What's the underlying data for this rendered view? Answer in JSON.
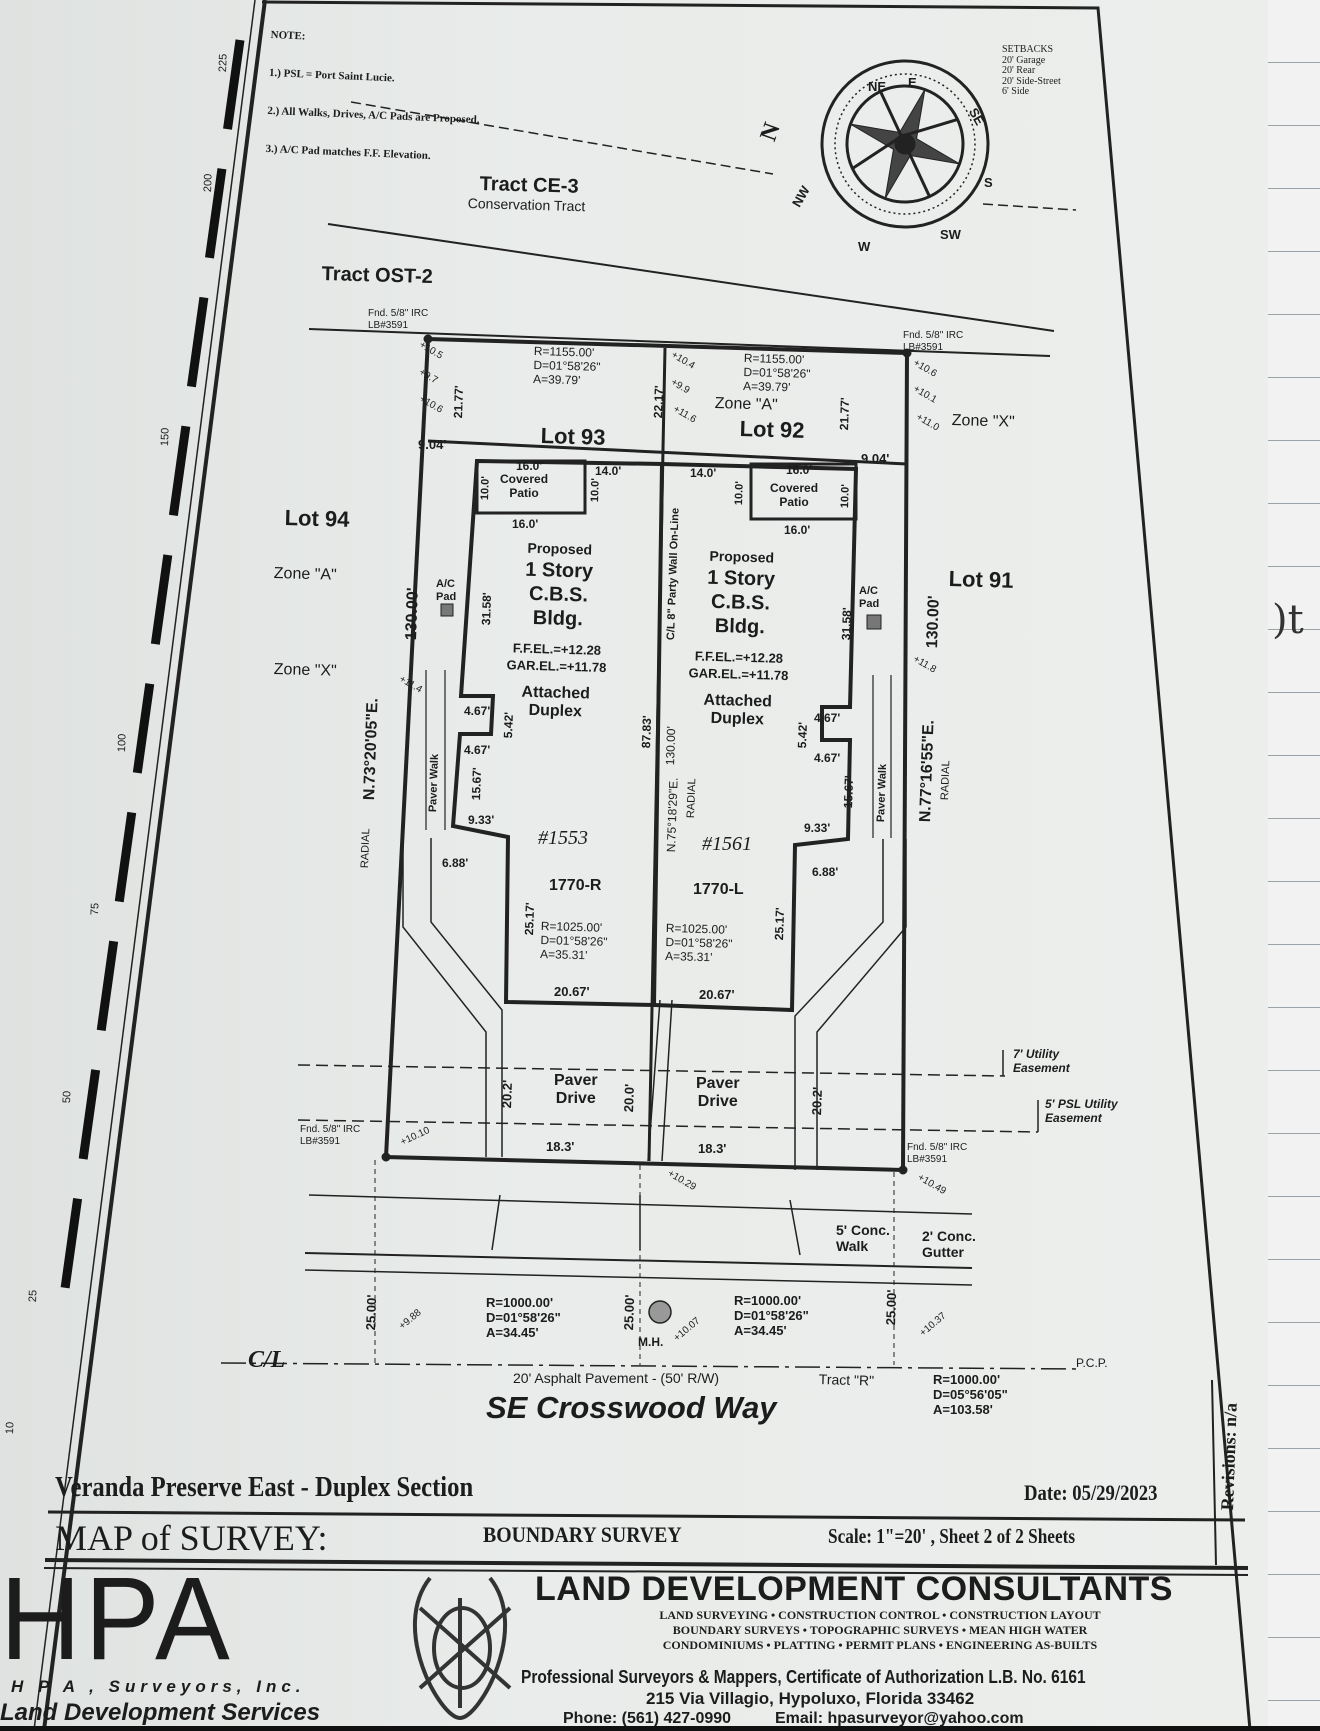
{
  "notes": {
    "heading": "NOTE:",
    "items": [
      "1.) PSL = Port Saint Lucie.",
      "2.) All Walks, Drives, A/C Pads are Proposed.",
      "3.) A/C Pad matches F.F. Elevation."
    ]
  },
  "setbacks": {
    "heading": "SETBACKS",
    "items": [
      "20' Garage",
      "20' Rear",
      "20' Side-Street",
      "6' Side"
    ]
  },
  "compass": {
    "N": "N",
    "NE": "NE",
    "E": "E",
    "SE": "SE",
    "S": "S",
    "SW": "SW",
    "W": "W",
    "NW": "NW"
  },
  "ruler": [
    "225",
    "200",
    "150",
    "100",
    "75",
    "50",
    "25",
    "10"
  ],
  "tracts": {
    "ce3": "Tract CE-3",
    "ce3_sub": "Conservation Tract",
    "ost2": "Tract OST-2",
    "r": "Tract \"R\""
  },
  "lots": {
    "l93": "Lot 93",
    "l92": "Lot 92",
    "l94": "Lot 94",
    "l91": "Lot 91"
  },
  "zones": {
    "a": "Zone \"A\"",
    "x": "Zone \"X\""
  },
  "monuments": {
    "fnd": "Fnd. 5/8\" IRC",
    "lb": "LB#3591"
  },
  "curves": {
    "rear": "R=1155.00'\nD=01°58'26\"\nA=39.79'",
    "front": "R=1025.00'\nD=01°58'26\"\nA=35.31'",
    "road": "R=1000.00'\nD=01°58'26\"\nA=34.45'",
    "road_long": "R=1000.00'\nD=05°56'05\"\nA=103.58'"
  },
  "buildings": [
    {
      "proposed": "Proposed",
      "story": "1 Story",
      "cbs": "C.B.S.",
      "bldg": "Bldg.",
      "ffel": "F.F.EL.=+12.28",
      "garel": "GAR.EL.=+11.78",
      "attached": "Attached\nDuplex",
      "address": "#1553",
      "unit": "1770-R"
    },
    {
      "proposed": "Proposed",
      "story": "1 Story",
      "cbs": "C.B.S.",
      "bldg": "Bldg.",
      "ffel": "F.F.EL.=+12.28",
      "garel": "GAR.EL.=+11.78",
      "attached": "Attached\nDuplex",
      "address": "#1561",
      "unit": "1770-L"
    }
  ],
  "labels": {
    "covered_patio": "Covered\nPatio",
    "ac_pad": "A/C\nPad",
    "paver_walk": "Paver Walk",
    "paver_drive": "Paver\nDrive",
    "party_wall": "C/L 8\" Party Wall On-Line",
    "radial": "RADIAL",
    "utility_7": "7' Utility\nEasement",
    "utility_5": "5' PSL Utility\nEasement",
    "conc_walk": "5' Conc.\nWalk",
    "conc_gutter": "2' Conc.\nGutter",
    "mh": "M.H.",
    "cl": "C/L",
    "pavement": "20' Asphalt Pavement - (50' R/W)",
    "street": "SE Crosswood Way",
    "pcp": "P.C.P."
  },
  "dims": {
    "d130": "130.00'",
    "d8783": "87.83'",
    "brg_left": "N.73°20'05\"E.",
    "brg_right": "N.77°16'55\"E.",
    "brg_center": "N.75°18'29\"E.",
    "d904": "9.04'",
    "d2177": "21.77'",
    "d2217": "22.17'",
    "d160": "16.0'",
    "d140": "14.0'",
    "d100": "10.0'",
    "d3158": "31.58'",
    "d467": "4.67'",
    "d542": "5.42'",
    "d1567": "15.67'",
    "d933": "9.33'",
    "d688": "6.88'",
    "d2517": "25.17'",
    "d2067": "20.67'",
    "d202": "20.2'",
    "d200": "20.0'",
    "d183": "18.3'",
    "d2500": "25.00'"
  },
  "elevations": [
    "+10.5",
    "+9.7",
    "+10.6",
    "+10.4",
    "+9.9",
    "+11.6",
    "+10.6",
    "+10.1",
    "+11.0",
    "+11.4",
    "+11.8",
    "+10.10",
    "+10.29",
    "+10.49",
    "+9.88",
    "+10.07",
    "+10.37"
  ],
  "title_block": {
    "project": "Veranda Preserve East - Duplex Section",
    "date": "Date: 05/29/2023",
    "revisions": "Revisions: n/a",
    "map_of_survey": "MAP of SURVEY:",
    "survey_type": "BOUNDARY SURVEY",
    "scale": "Scale: 1\"=20' , Sheet 2 of 2 Sheets",
    "logo": "HPA",
    "logo_sub1": "H P A , Surveyors, Inc.",
    "logo_sub2": "Land Development Services",
    "company": "LAND DEVELOPMENT CONSULTANTS",
    "services": [
      "LAND SURVEYING • CONSTRUCTION CONTROL • CONSTRUCTION LAYOUT",
      "BOUNDARY SURVEYS • TOPOGRAPHIC SURVEYS • MEAN HIGH WATER",
      "CONDOMINIUMS • PLATTING • PERMIT PLANS • ENGINEERING AS-BUILTS"
    ],
    "certificate": "Professional Surveyors & Mappers, Certificate of Authorization L.B. No. 6161",
    "address": "215 Via Villagio, Hypoluxo, Florida 33462",
    "phone": "Phone: (561) 427-0990",
    "email": "Email: hpasurveyor@yahoo.com"
  },
  "handwriting": ")t"
}
